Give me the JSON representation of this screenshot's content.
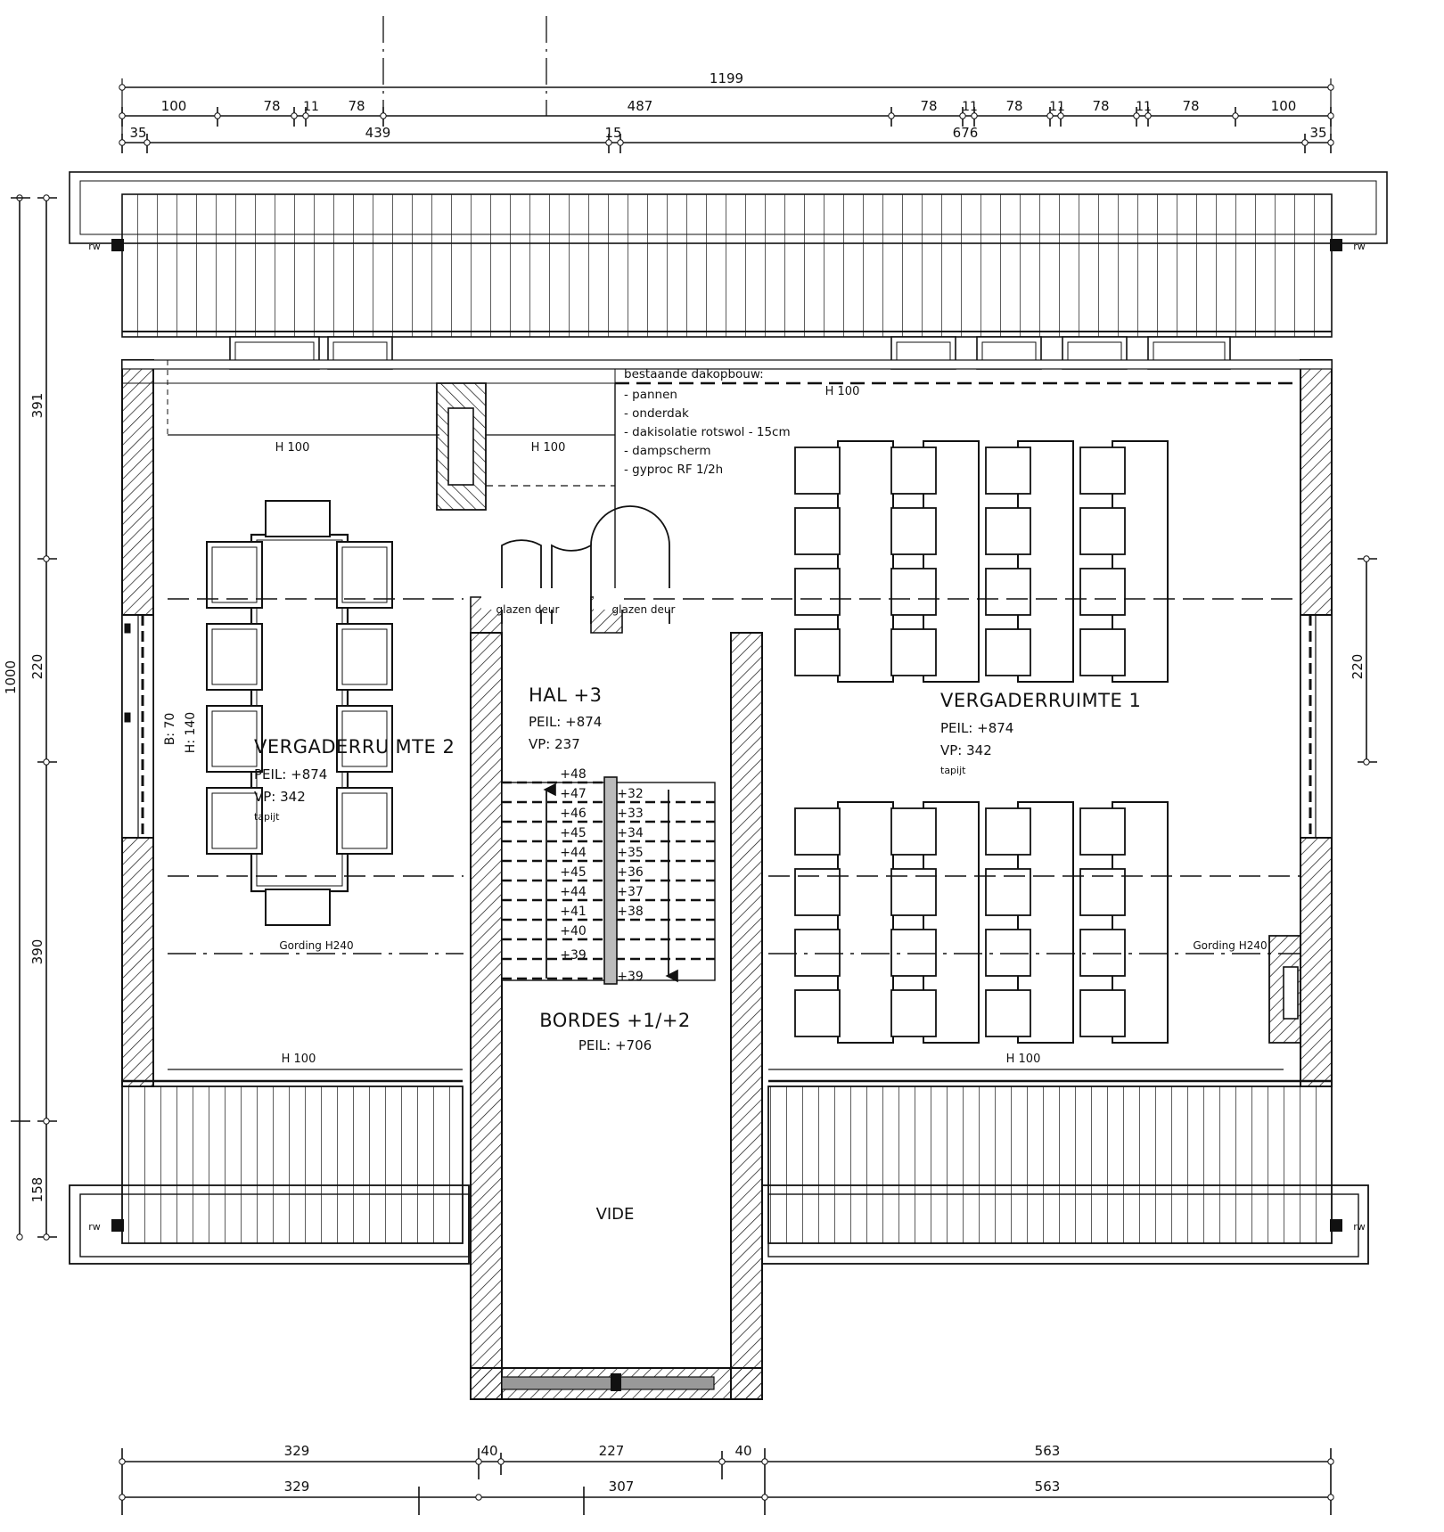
{
  "drawing": {
    "type": "architectural-floor-plan",
    "title_rooms": [
      "VERGADERRUIMTE 1",
      "VERGADERRUIMTE 2",
      "HAL +3",
      "BORDES +1/+2",
      "VIDE"
    ]
  },
  "dimensions": {
    "top_row1": {
      "total": "1199"
    },
    "top_row2": [
      "100",
      "78",
      "11",
      "78",
      "487",
      "78",
      "11",
      "78",
      "11",
      "78",
      "11",
      "78",
      "100"
    ],
    "top_row3_left": [
      "35",
      "439",
      "15"
    ],
    "top_row3_right": [
      "676",
      "35"
    ],
    "left_col_outer": "1000",
    "left_col_inner": [
      "391",
      "220",
      "390",
      "158"
    ],
    "right_col": "220",
    "bottom_row1": [
      "329",
      "40",
      "227",
      "40",
      "563"
    ],
    "bottom_row2": [
      "329",
      "307",
      "563"
    ]
  },
  "rooms": {
    "verg1": {
      "name": "VERGADERRUIMTE 1",
      "peil": "PEIL:  +874",
      "vp": "VP: 342",
      "finish": "tapijt"
    },
    "verg2": {
      "name": "VERGADERRUIMTE 2",
      "peil": "PEIL:  +874",
      "vp": "VP: 342",
      "finish": "tapijt"
    },
    "hal": {
      "name": "HAL +3",
      "peil": "PEIL:  +874",
      "vp": "VP: 237"
    },
    "bordes": {
      "name": "BORDES +1/+2",
      "peil": "PEIL:  +706"
    },
    "vide": {
      "name": "VIDE"
    }
  },
  "annotations": {
    "roof_note_title": "bestaande dakopbouw:",
    "roof_note_items": [
      "- pannen",
      "- onderdak",
      "- dakisolatie rotswol - 15cm",
      "- dampscherm",
      "- gyproc RF 1/2h"
    ],
    "height_labels": [
      "H 100",
      "H 100",
      "H 100",
      "H 100",
      "H 100",
      "H 100"
    ],
    "purlin_left": "Gording H240",
    "purlin_right": "Gording H240",
    "door_labels": [
      "glazen deur",
      "glazen deur"
    ],
    "rw_labels": [
      "rw",
      "rw",
      "rw",
      "rw"
    ],
    "window_tag": {
      "b": "B: 70",
      "h": "H: 140"
    }
  },
  "stairs": {
    "upper_flight": [
      "+48",
      "+47",
      "+46",
      "+45",
      "+44",
      "+45",
      "+44",
      "+41",
      "+40",
      "+39"
    ],
    "lower_flight": [
      "+32",
      "+33",
      "+34",
      "+35",
      "+36",
      "+37",
      "+38",
      "+39"
    ]
  },
  "colors": {
    "line": "#111111",
    "hatch": "#333333",
    "paper": "#ffffff",
    "grey": "#777777"
  }
}
